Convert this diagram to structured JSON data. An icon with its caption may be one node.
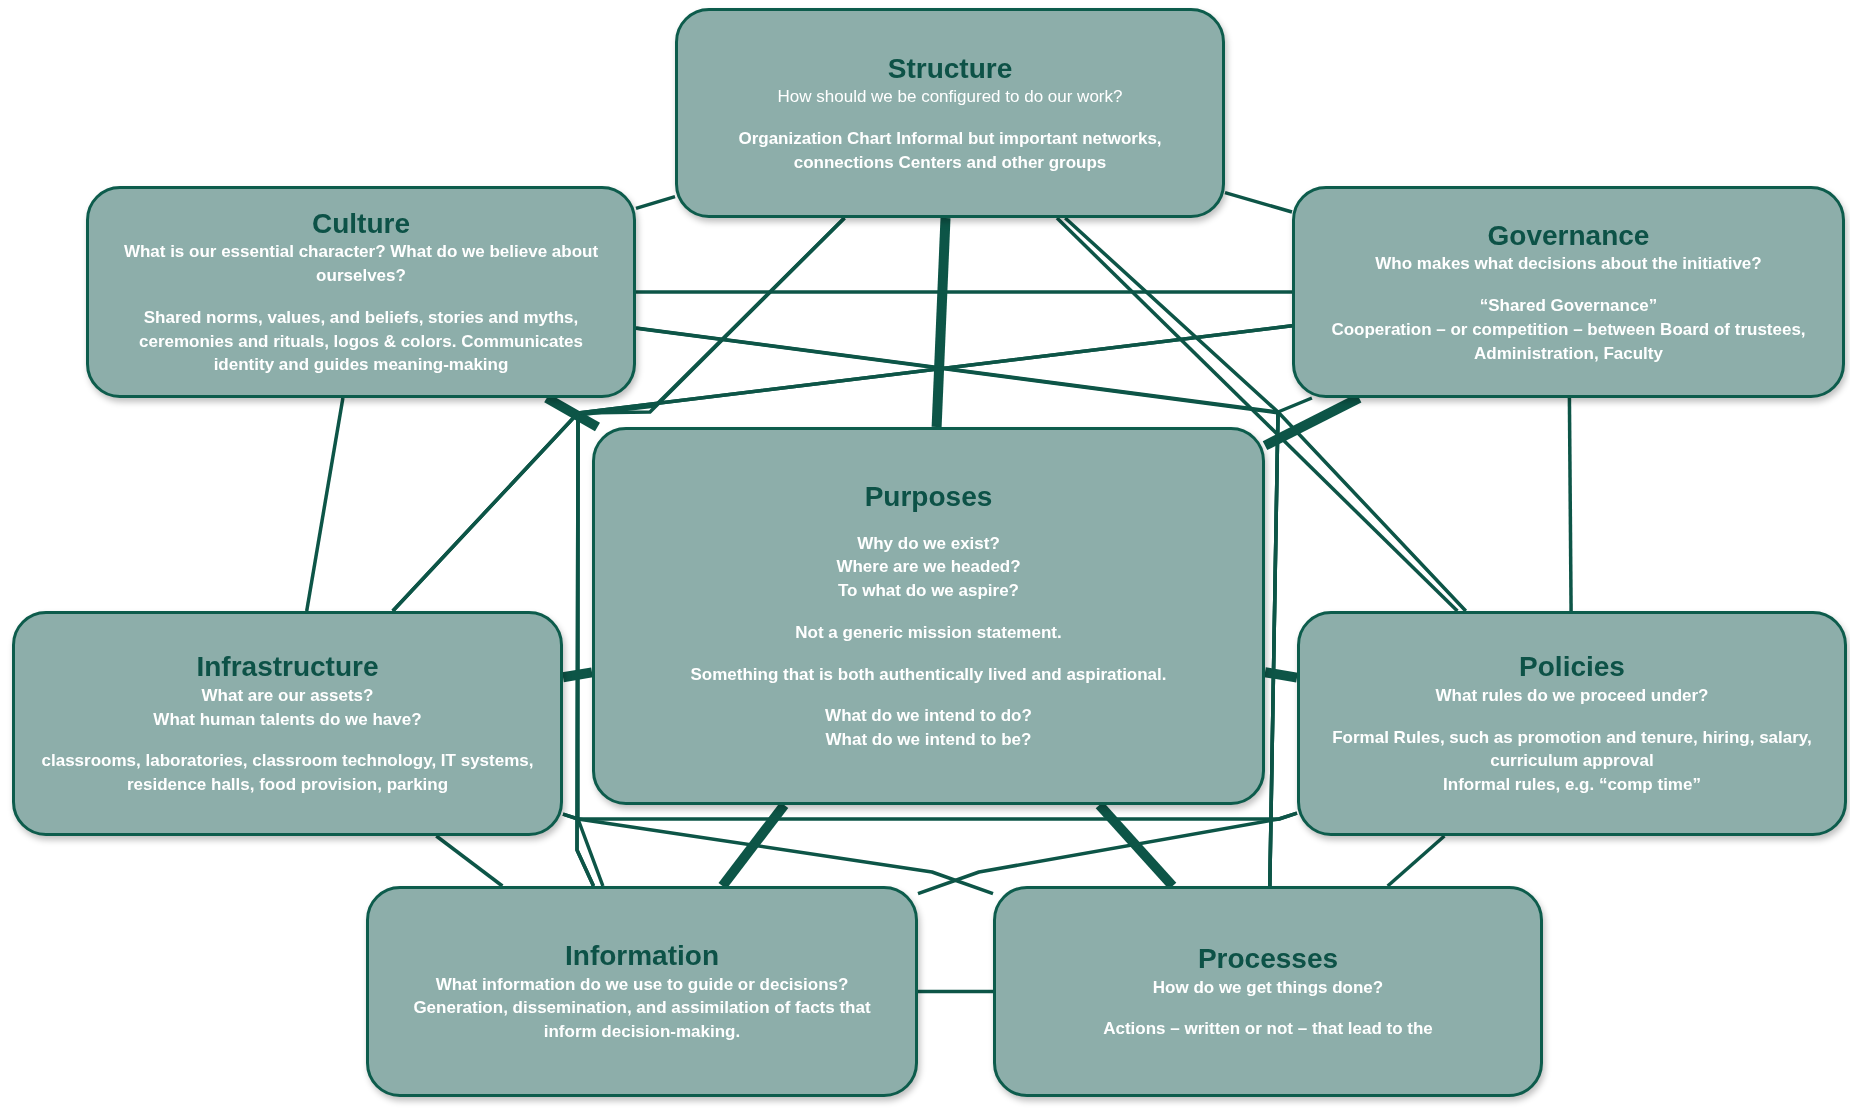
{
  "diagram": {
    "nodes": [
      {
        "text": [
          "Structure",
          "How should we be configured to do our work?",
          "Organization Chart Informal but important networks, connections Centers and other groups"
        ]
      },
      {
        "text": [
          "Culture",
          "What is our essential character? What do we believe about ourselves?",
          "Shared norms, values, and beliefs, stories and myths, ceremonies and rituals, logos & colors. Communicates identity and guides meaning-making"
        ]
      },
      {
        "text": [
          "Governance",
          "Who makes what decisions about the initiative?",
          "“Shared Governance”",
          "Cooperation – or competition – between Board of trustees, Administration, Faculty"
        ]
      },
      {
        "text": [
          "Purposes",
          "Why do we exist?",
          "Where are we headed?",
          "To what do we aspire?",
          "Not a generic mission statement.",
          "Something that is both authentically lived and aspirational.",
          "What do we intend to do?",
          "What do we intend to be?"
        ]
      },
      {
        "text": [
          "Infrastructure",
          "What are our assets?",
          "What human talents do we have?",
          "classrooms, laboratories, classroom technology, IT systems, residence halls, food provision, parking"
        ]
      },
      {
        "text": [
          "Policies",
          "What rules do we proceed under?",
          "Formal Rules, such as promotion and tenure, hiring, salary, curriculum approval",
          "Informal rules, e.g. “comp time”"
        ]
      },
      {
        "text": [
          "Information",
          "What information do we use to guide or decisions?",
          "Generation, dissemination, and assimilation of facts that inform decision-making."
        ]
      },
      {
        "text": [
          "Processes",
          "How do we get things done?",
          "Actions – written or not – that lead to the"
        ]
      }
    ],
    "edges": [
      {
        "from": 0,
        "to": 1,
        "arrow": "none"
      },
      {
        "from": 0,
        "to": 2,
        "arrow": "none"
      },
      {
        "from": 0,
        "to": 3,
        "arrow": "none",
        "style": "thick"
      },
      {
        "from": 0,
        "to": 4,
        "arrow": "none"
      },
      {
        "from": 0,
        "to": 5,
        "arrow": "none"
      },
      {
        "from": 0,
        "to": 6,
        "arrow": "none"
      },
      {
        "from": 0,
        "to": 7,
        "arrow": "none"
      },
      {
        "from": 1,
        "to": 2,
        "arrow": "none"
      },
      {
        "from": 1,
        "to": 3,
        "arrow": "none",
        "style": "thick"
      },
      {
        "from": 1,
        "to": 4,
        "arrow": "none"
      },
      {
        "from": 1,
        "to": 5,
        "arrow": "none"
      },
      {
        "from": 1,
        "to": 6,
        "arrow": "none"
      },
      {
        "from": 1,
        "to": 7,
        "arrow": "none"
      },
      {
        "from": 2,
        "to": 3,
        "arrow": "none",
        "style": "thick"
      },
      {
        "from": 2,
        "to": 4,
        "arrow": "none"
      },
      {
        "from": 2,
        "to": 5,
        "arrow": "none"
      },
      {
        "from": 2,
        "to": 6,
        "arrow": "none"
      },
      {
        "from": 2,
        "to": 7,
        "arrow": "none"
      },
      {
        "from": 3,
        "to": 4,
        "arrow": "none",
        "style": "thick"
      },
      {
        "from": 3,
        "to": 5,
        "arrow": "none",
        "style": "thick"
      },
      {
        "from": 3,
        "to": 6,
        "arrow": "none",
        "style": "thick"
      },
      {
        "from": 3,
        "to": 7,
        "arrow": "none",
        "style": "thick"
      },
      {
        "from": 4,
        "to": 5,
        "arrow": "none"
      },
      {
        "from": 4,
        "to": 6,
        "arrow": "none"
      },
      {
        "from": 4,
        "to": 7,
        "arrow": "none"
      },
      {
        "from": 5,
        "to": 6,
        "arrow": "none"
      },
      {
        "from": 5,
        "to": 7,
        "arrow": "none"
      },
      {
        "from": 6,
        "to": 7,
        "arrow": "none"
      }
    ]
  }
}
